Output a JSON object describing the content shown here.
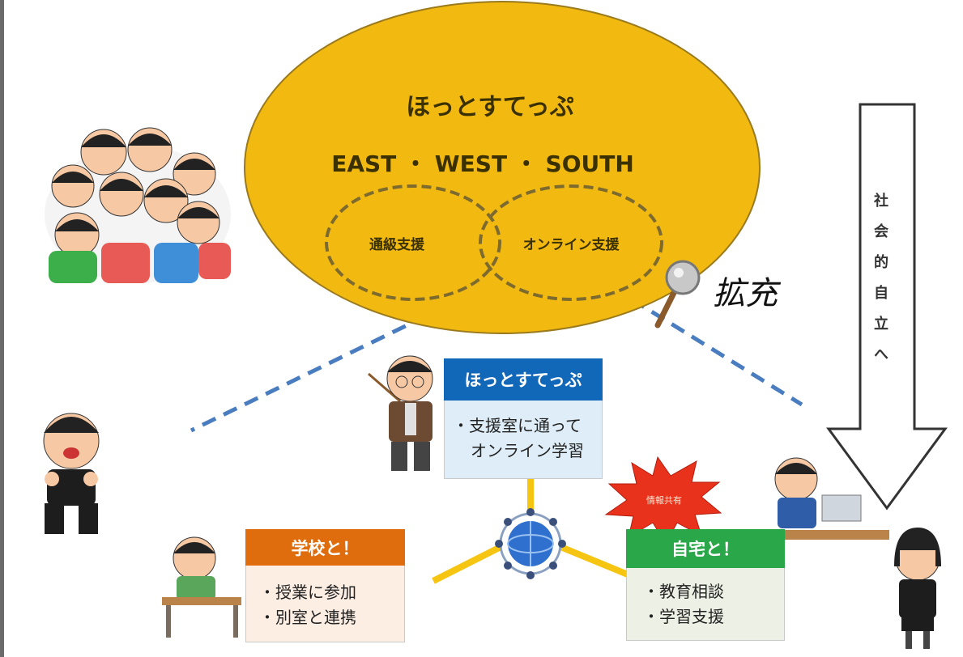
{
  "big_ellipse": {
    "title": "ほっとすてっぷ",
    "subtitle": "EAST ・ WEST ・ SOUTH",
    "left_circle_label": "通級支援",
    "right_circle_label": "オンライン支援",
    "fill": "#f2ba11"
  },
  "expand_label": "拡充",
  "arrow_label": "社会的自立へ",
  "hub_box": {
    "title": "ほっとすてっぷ",
    "line1": "・支援室に通って",
    "line2": "オンライン学習",
    "header_color": "#1268b8",
    "body_color": "#deedf7"
  },
  "school_box": {
    "title": "学校と！",
    "line1": "・授業に参加",
    "line2": "・別室と連携",
    "header_color": "#e06d0d",
    "body_color": "#fdeee4"
  },
  "home_box": {
    "title": "自宅と！",
    "line1": "・教育相談",
    "line2": "・学習支援",
    "header_color": "#2aa748",
    "body_color": "#edf0e4"
  },
  "burst_label": "情報共有",
  "colors": {
    "dashed_line": "#4a7cc0",
    "connector": "#f6c512"
  }
}
